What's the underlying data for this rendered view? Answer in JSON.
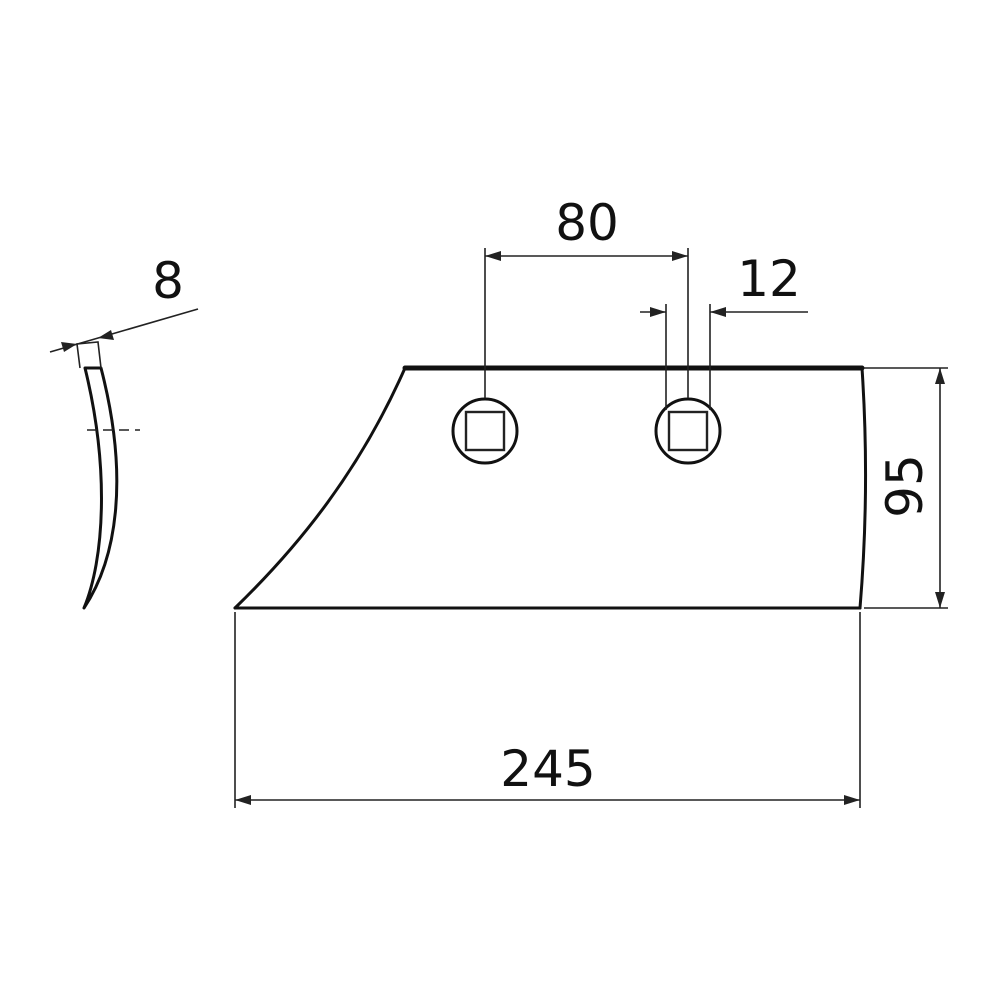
{
  "dimensions": {
    "length": "245",
    "height": "95",
    "hole_spacing": "80",
    "hole_size": "12",
    "thickness": "8"
  }
}
